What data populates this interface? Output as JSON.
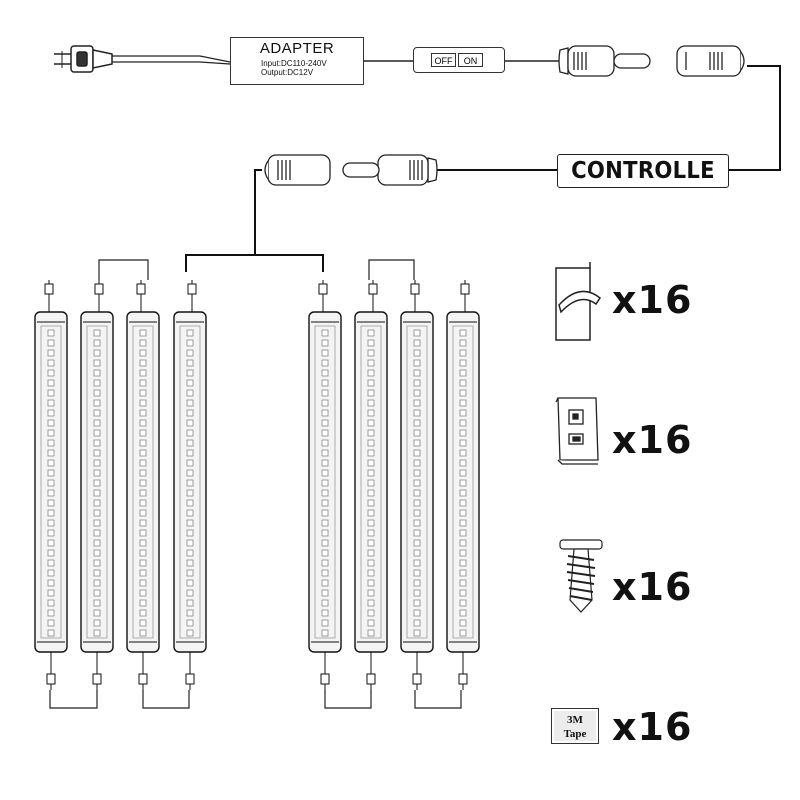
{
  "adapter": {
    "title": "ADAPTER",
    "input": "Input:DC110-240V",
    "output": "Output:DC12V"
  },
  "switch": {
    "off_label": "OFF",
    "on_label": "ON"
  },
  "controller": {
    "label": "CONTROLLE"
  },
  "light_bars": {
    "left_group_count": 4,
    "right_group_count": 4
  },
  "accessories": [
    {
      "icon": "mounting-clip-icon",
      "quantity": "x16"
    },
    {
      "icon": "mounting-bracket-icon",
      "quantity": "x16"
    },
    {
      "icon": "screw-anchor-icon",
      "quantity": "x16"
    },
    {
      "icon": "3m-tape-icon",
      "quantity": "x16",
      "tape_line1": "3M",
      "tape_line2": "Tape"
    }
  ],
  "colors": {
    "line": "#111111",
    "bar_fill": "#f4f4f4"
  }
}
